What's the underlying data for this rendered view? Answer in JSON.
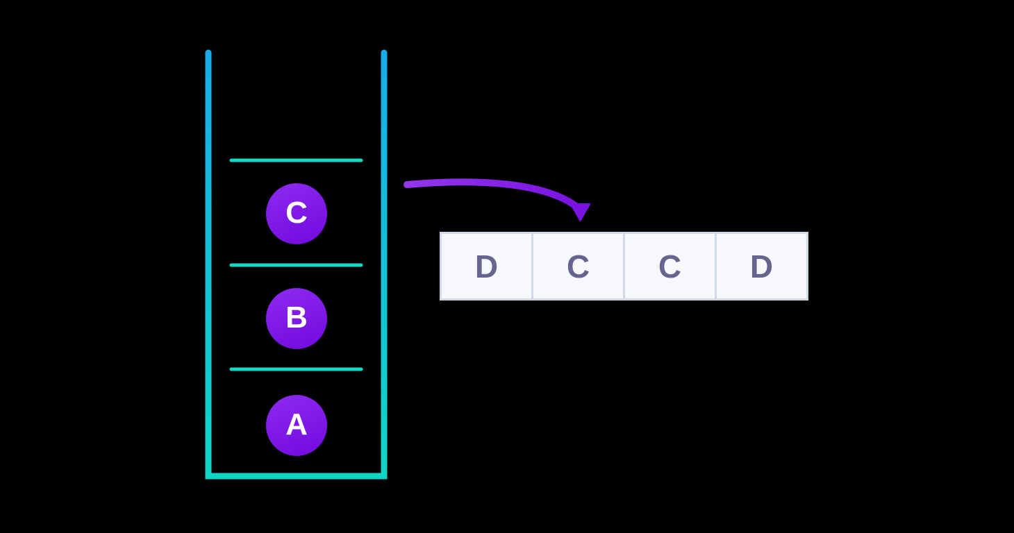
{
  "stack": {
    "items": [
      {
        "label": "C"
      },
      {
        "label": "B"
      },
      {
        "label": "A"
      }
    ]
  },
  "array": {
    "cells": [
      {
        "label": "D"
      },
      {
        "label": "C"
      },
      {
        "label": "C"
      },
      {
        "label": "D"
      }
    ]
  },
  "colors": {
    "background": "#000000",
    "stack_stroke_top": "#1aace8",
    "stack_stroke_bottom": "#11d5c6",
    "slot_divider": "#12d9c3",
    "item_top": "#8d2bf0",
    "item_bottom": "#7209dd",
    "item_letter": "#ffffff",
    "arrow_start": "#9237ec",
    "arrow_end": "#7a12e0",
    "cell_bg": "#f7f8fc",
    "cell_border": "#d2d9e6",
    "cell_letter": "#676590"
  }
}
